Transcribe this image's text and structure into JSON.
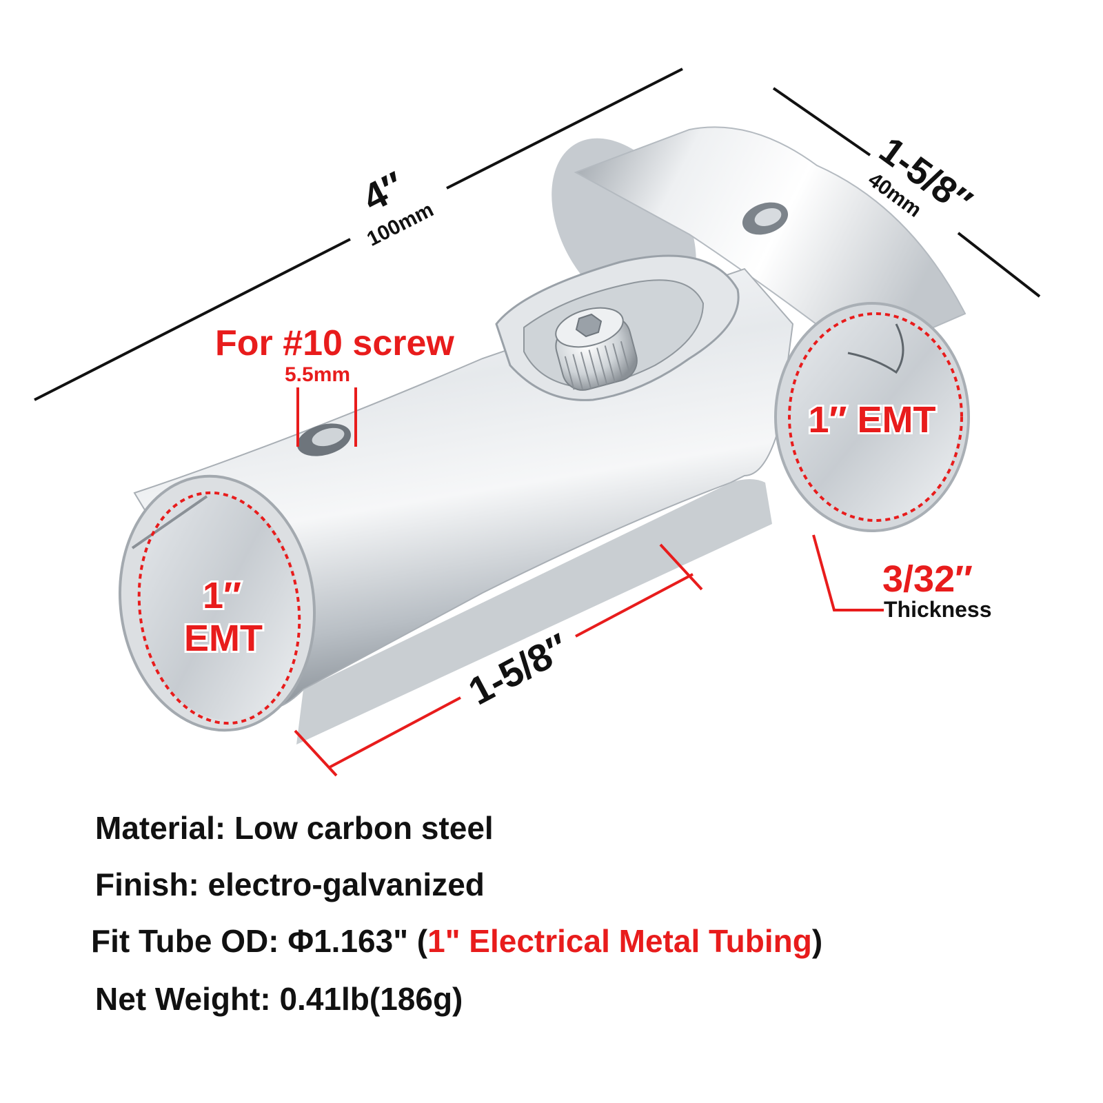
{
  "colors": {
    "accent_red": "#e81c1c",
    "text_black": "#111111",
    "metal_light": "#f2f4f6",
    "metal_mid": "#c9ced3",
    "metal_dark": "#7f868d"
  },
  "icons": [
    "hex-socket-screw-icon"
  ],
  "dimensions": {
    "overall_length": {
      "imperial": "4″",
      "metric": "100mm"
    },
    "branch_length": {
      "imperial": "1-5/8″",
      "metric": "40mm"
    },
    "main_bore_length": {
      "imperial": "1-5/8″"
    },
    "screw": {
      "label": "For #10 screw",
      "hole": "5.5mm"
    },
    "left_opening": {
      "line1": "1″",
      "line2": "EMT"
    },
    "right_opening": {
      "label": "1″ EMT"
    },
    "thickness": {
      "value": "3/32″",
      "label": "Thickness"
    }
  },
  "specs": {
    "material": "Material: Low carbon steel",
    "finish": "Finish: electro-galvanized",
    "fit_prefix": "Fit Tube OD: Φ1.163\" (",
    "fit_highlight": "1\" Electrical Metal Tubing",
    "fit_suffix": ")",
    "weight": "Net Weight: 0.41lb(186g)"
  }
}
